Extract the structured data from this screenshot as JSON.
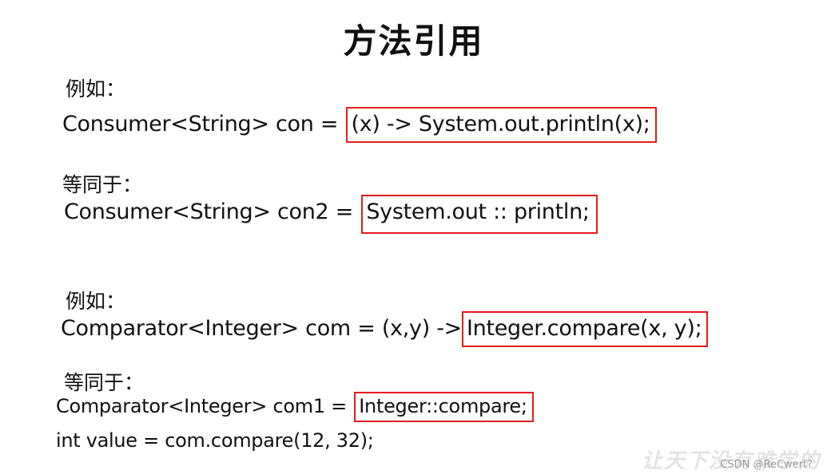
{
  "title": "方法引用",
  "sections": [
    {
      "example_label": "例如：",
      "lambda_prefix": "Consumer<String> con = ",
      "lambda_boxed": "(x) -> System.out.println(x);",
      "equivalent_label": "等同于：",
      "ref_prefix": "Consumer<String> con2 = ",
      "ref_boxed": "System.out :: println;"
    },
    {
      "example_label": "例如：",
      "lambda_prefix": "Comparator<Integer> com = (x,y) ->",
      "lambda_boxed": "Integer.compare(x, y);",
      "equivalent_label": "等同于：",
      "ref_prefix": "Comparator<Integer> com1 = ",
      "ref_boxed": "Integer::compare;",
      "extra_line": "int value = com.compare(12, 32);"
    }
  ],
  "watermark": {
    "faint_text": "让天下没有难学的",
    "text": "CSDN @ReCwert?"
  },
  "colors": {
    "highlight_box": "#e21c1c",
    "text": "#111111"
  }
}
